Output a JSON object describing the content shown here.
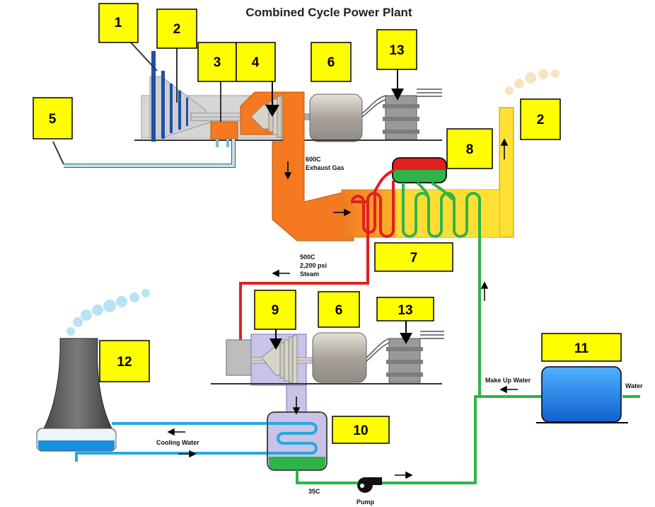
{
  "title": "Combined Cycle Power Plant",
  "callouts": {
    "c1": "1",
    "c2a": "2",
    "c3": "3",
    "c4": "4",
    "c5": "5",
    "c6a": "6",
    "c13a": "13",
    "c2b": "2",
    "c8": "8",
    "c7": "7",
    "c9": "9",
    "c6b": "6",
    "c13b": "13",
    "c11": "11",
    "c12": "12",
    "c10": "10"
  },
  "labels": {
    "exhaust_temp": "600C",
    "exhaust_gas": "Exhaust Gas",
    "steam_temp": "500C",
    "steam_pressure": "2,200 psi",
    "steam": "Steam",
    "cooling_water": "Cooling Water",
    "make_up_water": "Make Up Water",
    "water": "Water",
    "condensate_temp": "35C",
    "pump": "Pump"
  },
  "colors": {
    "callout_fill": "#ffff00",
    "exhaust": "#f47920",
    "hrsg": "#ffe135",
    "steam_line": "#e02020",
    "water_line": "#2fb44a",
    "cooling_line": "#29a8e0",
    "condenser": "#c9c3e8",
    "tank": "#1e90ff",
    "housing": "#d9d9d9"
  }
}
